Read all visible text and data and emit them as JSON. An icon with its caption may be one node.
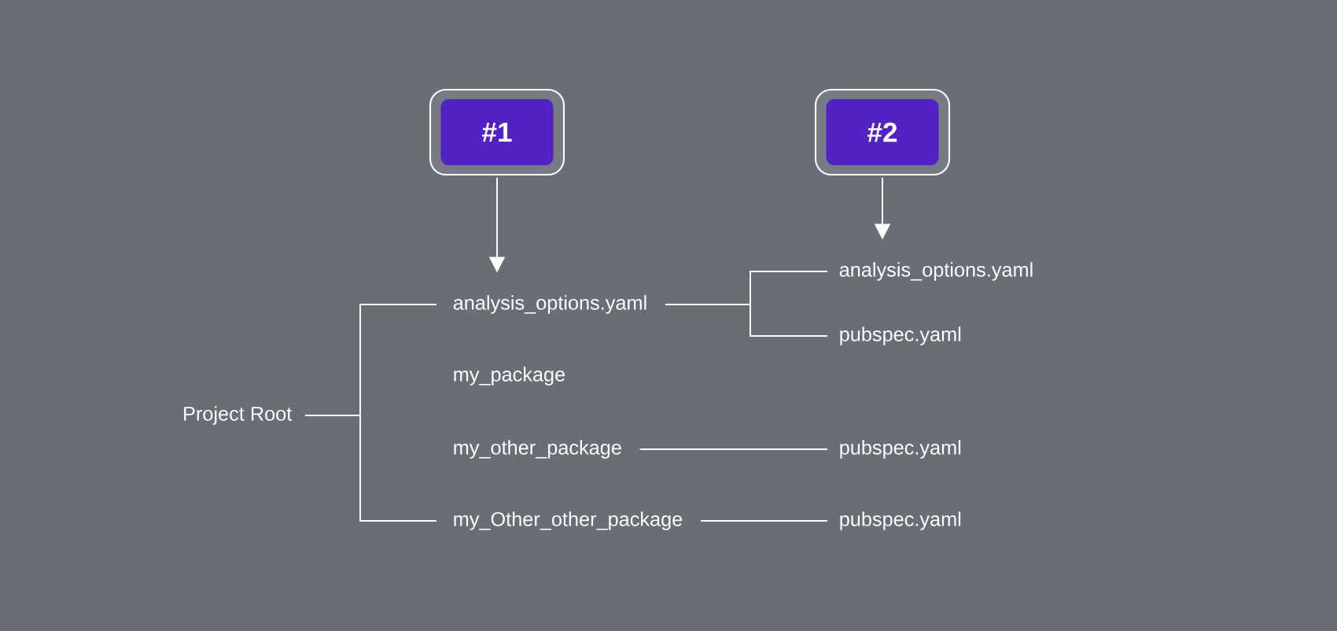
{
  "diagram": {
    "nodes": [
      {
        "text": [
          "#1"
        ]
      },
      {
        "text": [
          "#2"
        ]
      },
      {
        "text": [
          "Project Root"
        ]
      },
      {
        "text": [
          "analysis_options.yaml"
        ]
      },
      {
        "text": [
          "my_package"
        ]
      },
      {
        "text": [
          "my_other_package"
        ]
      },
      {
        "text": [
          "my_Other_other_package"
        ]
      },
      {
        "text": [
          "analysis_options.yaml"
        ]
      },
      {
        "text": [
          "pubspec.yaml"
        ]
      },
      {
        "text": [
          "pubspec.yaml"
        ]
      },
      {
        "text": [
          "pubspec.yaml"
        ]
      }
    ],
    "edges": [
      {
        "from": 0,
        "to": 3,
        "arrow": "to"
      },
      {
        "from": 1,
        "to": 7,
        "arrow": "to"
      },
      {
        "from": 2,
        "to": 3,
        "arrow": "none"
      },
      {
        "from": 2,
        "to": 6,
        "arrow": "none"
      },
      {
        "from": 3,
        "to": 7,
        "arrow": "none"
      },
      {
        "from": 3,
        "to": 8,
        "arrow": "none"
      },
      {
        "from": 5,
        "to": 9,
        "arrow": "none"
      },
      {
        "from": 6,
        "to": 10,
        "arrow": "none"
      }
    ]
  }
}
